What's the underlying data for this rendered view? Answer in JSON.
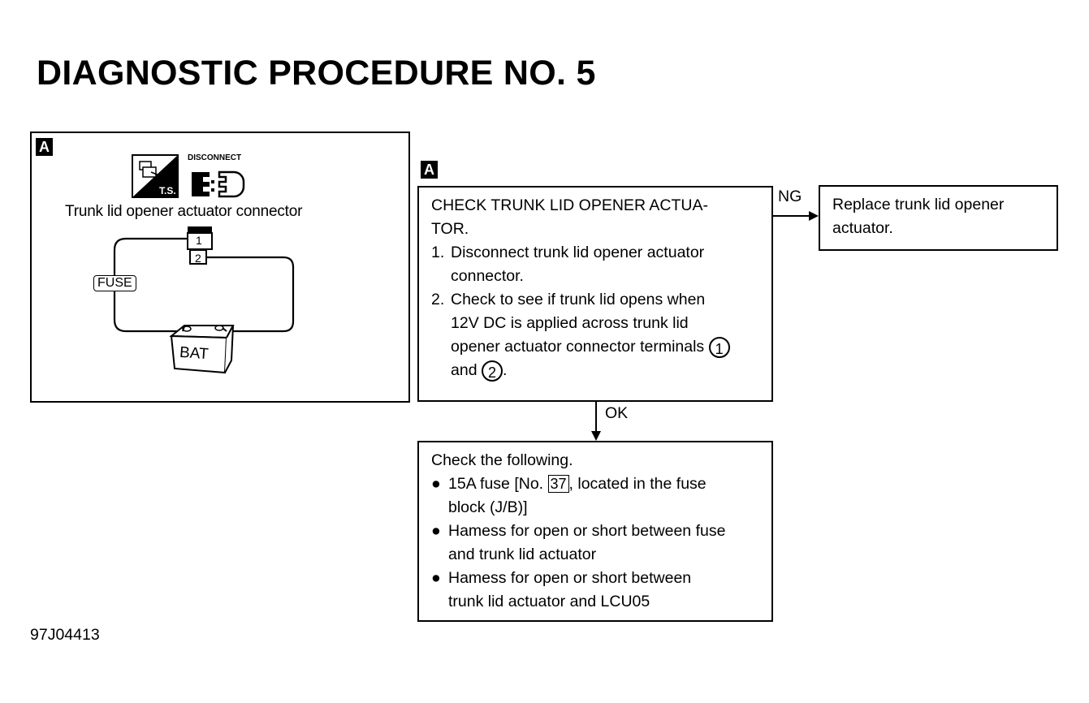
{
  "title": "DIAGNOSTIC PROCEDURE NO. 5",
  "figure": {
    "tag": "A",
    "disconnect_label": "DISCONNECT",
    "ts_label": "T.S.",
    "connector_caption": "Trunk lid opener actuator connector",
    "terminal_1": "1",
    "terminal_2": "2",
    "fuse_label": "FUSE",
    "battery_label": "BAT"
  },
  "check_box": {
    "tag": "A",
    "heading_line1": "CHECK TRUNK LID OPENER ACTUA-",
    "heading_line2": "TOR.",
    "steps": [
      {
        "num": "1.",
        "line1": "Disconnect trunk lid opener actuator",
        "line2": "connector."
      },
      {
        "num": "2.",
        "line1": "Check to see if trunk lid opens when",
        "line2": "12V DC is applied across trunk lid",
        "line3": "opener actuator connector terminals",
        "terminal_a": "1",
        "and_text": "and",
        "terminal_b": "2",
        "end": "."
      }
    ]
  },
  "ng_label": "NG",
  "ok_label": "OK",
  "ng_box": {
    "line1": "Replace trunk lid opener",
    "line2": "actuator."
  },
  "ok_box": {
    "heading": "Check the following.",
    "bullet1_a": "15A fuse [No.",
    "bullet1_fuse_no": "37",
    "bullet1_b": ", located in the fuse",
    "bullet1_c": "block (J/B)]",
    "bullet2_a": "Hamess for open or short between fuse",
    "bullet2_b": "and trunk lid actuator",
    "bullet3_a": "Hamess for open or short between",
    "bullet3_b": "trunk lid actuator and LCU05"
  },
  "figure_id": "97J04413"
}
